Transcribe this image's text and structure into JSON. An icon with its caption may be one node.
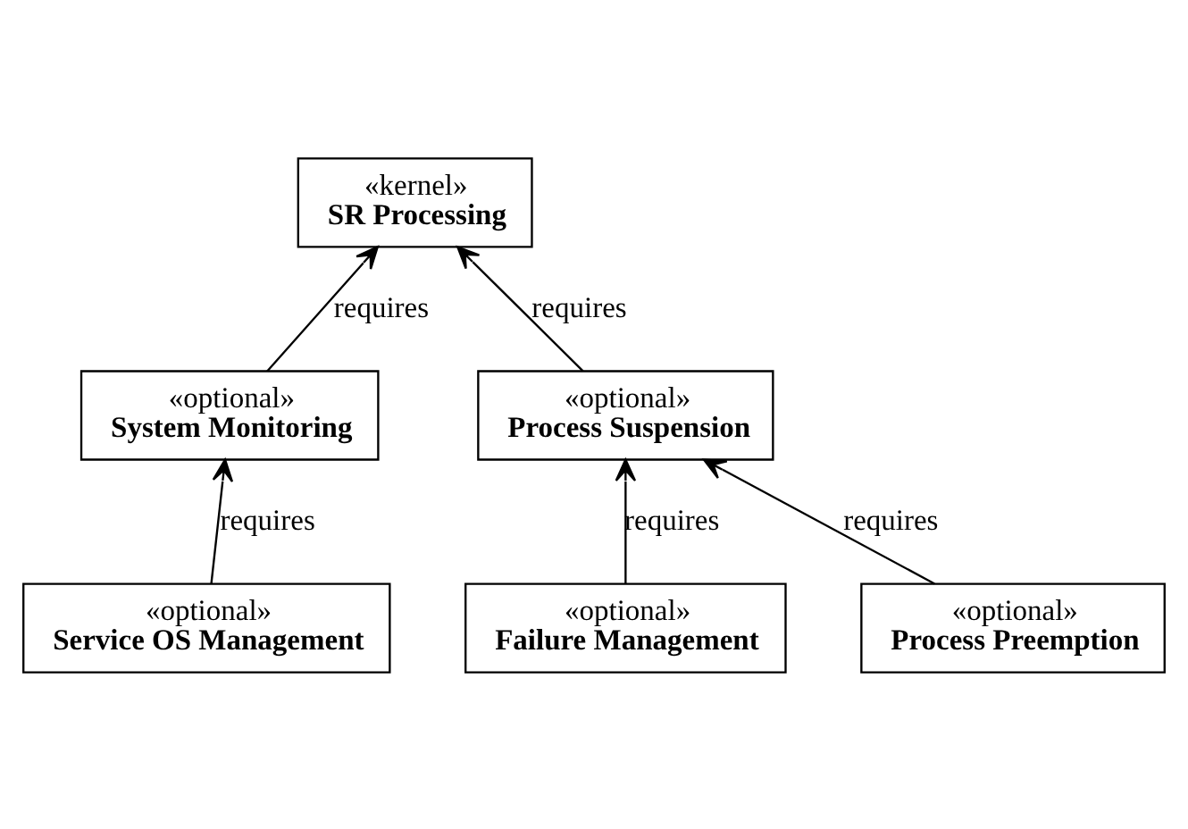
{
  "diagram": {
    "nodes": [
      {
        "text": [
          "«kernel»",
          "SR Processing"
        ]
      },
      {
        "text": [
          "«optional»",
          "System Monitoring"
        ]
      },
      {
        "text": [
          "«optional»",
          "Process Suspension"
        ]
      },
      {
        "text": [
          "«optional»",
          "Service OS Management"
        ]
      },
      {
        "text": [
          "«optional»",
          "Failure Management"
        ]
      },
      {
        "text": [
          "«optional»",
          "Process Preemption"
        ]
      }
    ],
    "edges": [
      {
        "from": 1,
        "to": 0,
        "arrow": "to",
        "label": "requires"
      },
      {
        "from": 2,
        "to": 0,
        "arrow": "to",
        "label": "requires"
      },
      {
        "from": 3,
        "to": 1,
        "arrow": "to",
        "label": "requires"
      },
      {
        "from": 4,
        "to": 2,
        "arrow": "to",
        "label": "requires"
      },
      {
        "from": 5,
        "to": 2,
        "arrow": "to",
        "label": "requires"
      }
    ]
  }
}
